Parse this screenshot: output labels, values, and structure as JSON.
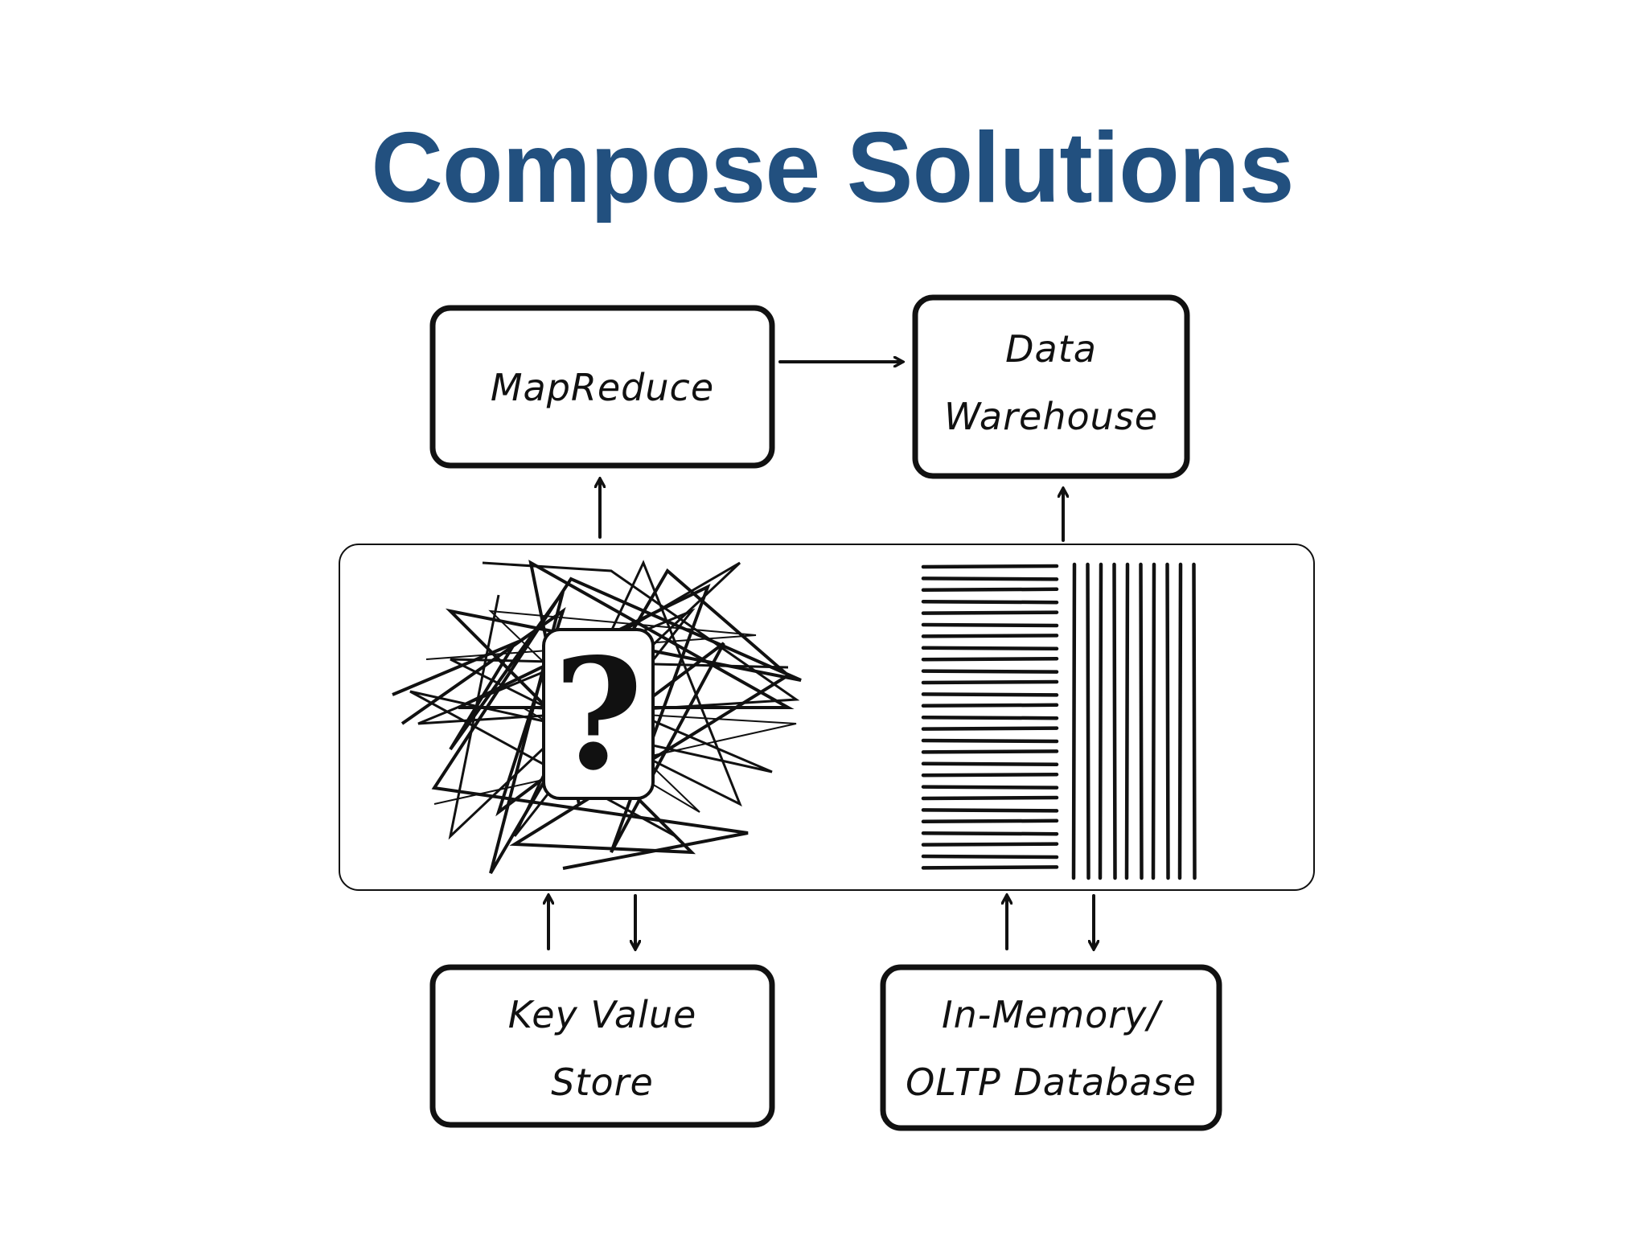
{
  "slide": {
    "title": "Compose Solutions"
  },
  "boxes": {
    "mapreduce": "MapReduce",
    "warehouse_line1": "Data",
    "warehouse_line2": "Warehouse",
    "kv_line1": "Key Value",
    "kv_line2": "Store",
    "oltp_line1": "In-Memory/",
    "oltp_line2": "OLTP Database"
  },
  "icons": {
    "unstructured": "question-mark-scribble-icon",
    "structured": "striped-columns-icon",
    "question_glyph": "?"
  },
  "colors": {
    "title": "#22507f",
    "ink": "#111111"
  }
}
